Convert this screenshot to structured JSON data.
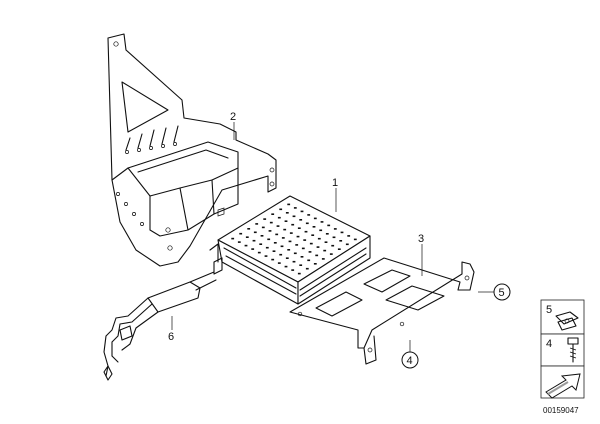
{
  "callouts": [
    {
      "id": "1",
      "label": "1",
      "circled": false
    },
    {
      "id": "2",
      "label": "2",
      "circled": false
    },
    {
      "id": "3",
      "label": "3",
      "circled": false
    },
    {
      "id": "4",
      "label": "4",
      "circled": true
    },
    {
      "id": "5",
      "label": "5",
      "circled": true
    },
    {
      "id": "6",
      "label": "6",
      "circled": false
    }
  ],
  "legend": {
    "items": [
      {
        "label": "5",
        "part_icon": "clip-nut-icon"
      },
      {
        "label": "4",
        "part_icon": "screw-icon"
      }
    ],
    "arrow_icon": "direction-arrow-icon"
  },
  "document_number": "00159047"
}
